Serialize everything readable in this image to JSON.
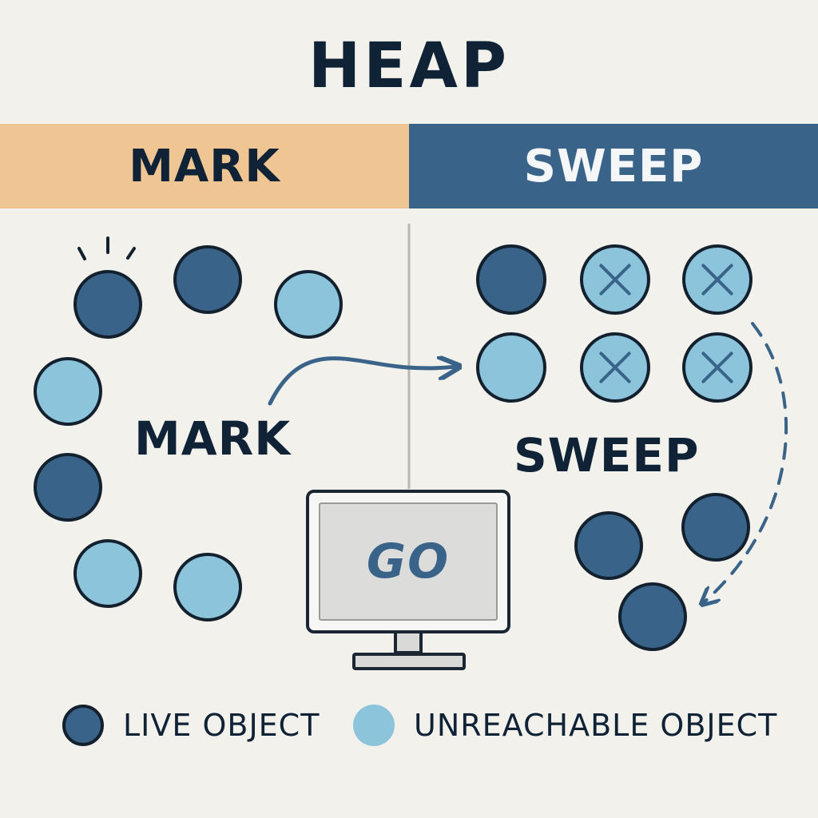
{
  "title": "HEAP",
  "bands": {
    "mark": "MARK",
    "sweep": "SWEEP"
  },
  "phase_labels": {
    "mark": "MARK",
    "sweep": "SWEEP"
  },
  "monitor": {
    "logo": "GO"
  },
  "legend": {
    "live": "LIVE OBJECT",
    "unreachable": "UNREACHABLE OBJECT"
  },
  "colors": {
    "background": "#f2f1ec",
    "mark_band": "#efc693",
    "sweep_band": "#3a6389",
    "live_object": "#3a6389",
    "unreachable_object": "#8cc4dc",
    "outline": "#13202e"
  },
  "mark_objects": [
    "live",
    "live",
    "unreachable",
    "unreachable",
    "live",
    "unreachable",
    "unreachable"
  ],
  "sweep_objects": [
    "live",
    "swept",
    "swept",
    "unreachable",
    "swept",
    "swept",
    "live",
    "live",
    "live"
  ]
}
